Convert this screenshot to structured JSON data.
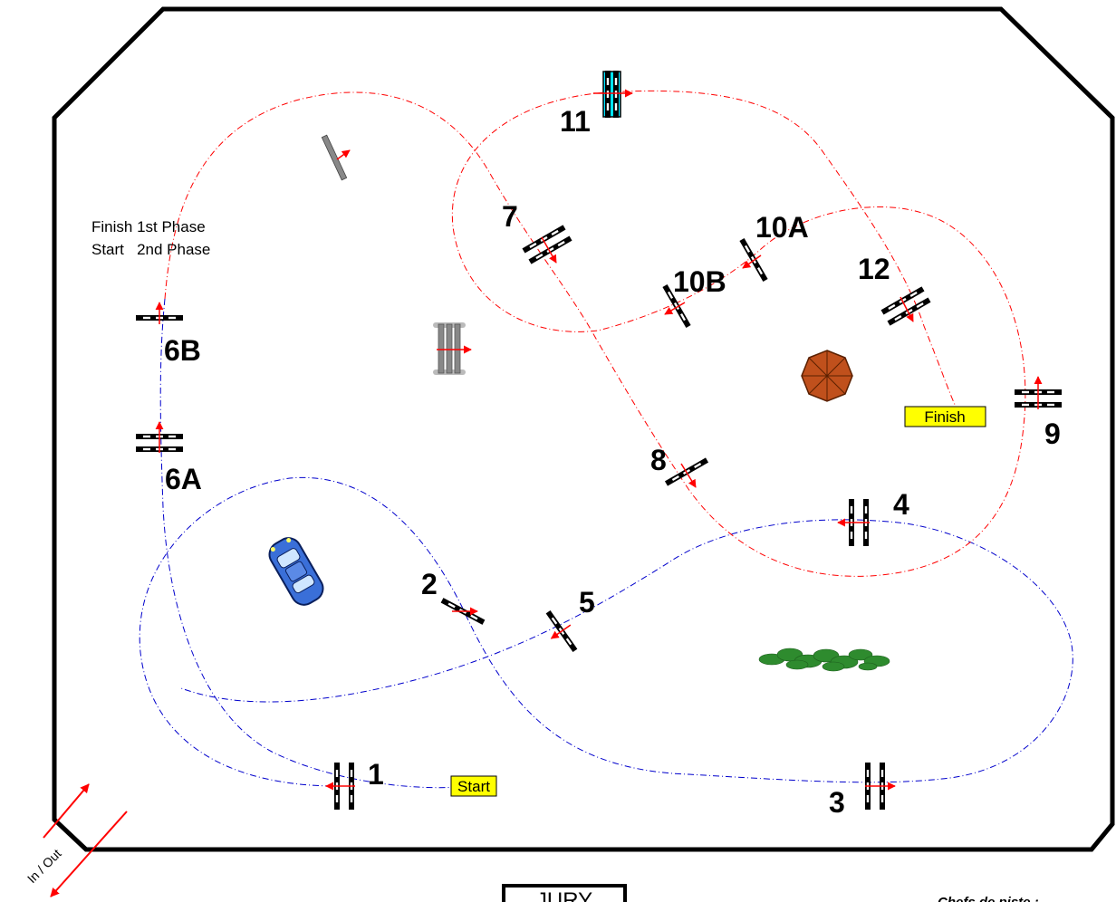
{
  "course": {
    "obstacles": [
      {
        "id": "1",
        "label": "1"
      },
      {
        "id": "2",
        "label": "2"
      },
      {
        "id": "3",
        "label": "3"
      },
      {
        "id": "4",
        "label": "4"
      },
      {
        "id": "5",
        "label": "5"
      },
      {
        "id": "6A",
        "label": "6A"
      },
      {
        "id": "6B",
        "label": "6B"
      },
      {
        "id": "7",
        "label": "7"
      },
      {
        "id": "8",
        "label": "8"
      },
      {
        "id": "9",
        "label": "9"
      },
      {
        "id": "10A",
        "label": "10A"
      },
      {
        "id": "10B",
        "label": "10B"
      },
      {
        "id": "11",
        "label": "11"
      },
      {
        "id": "12",
        "label": "12"
      }
    ],
    "start_label": "Start",
    "finish_label": "Finish",
    "phase_note": {
      "line1": "Finish 1st Phase",
      "line2": "Start   2nd Phase"
    },
    "jury_label": "JURY",
    "chefs_label": "Chefs de piste :",
    "in_out_label": "In / Out",
    "colors": {
      "first_phase_track": "#0000cc",
      "second_phase_track": "#ff0000",
      "direction_arrow": "#ff0000",
      "start_finish_fill": "#ffff00",
      "water_jump": "#00e5ff",
      "umbrella": "#c0501c",
      "hedge": "#2e8b2e",
      "car": "#3a6fd8"
    }
  }
}
